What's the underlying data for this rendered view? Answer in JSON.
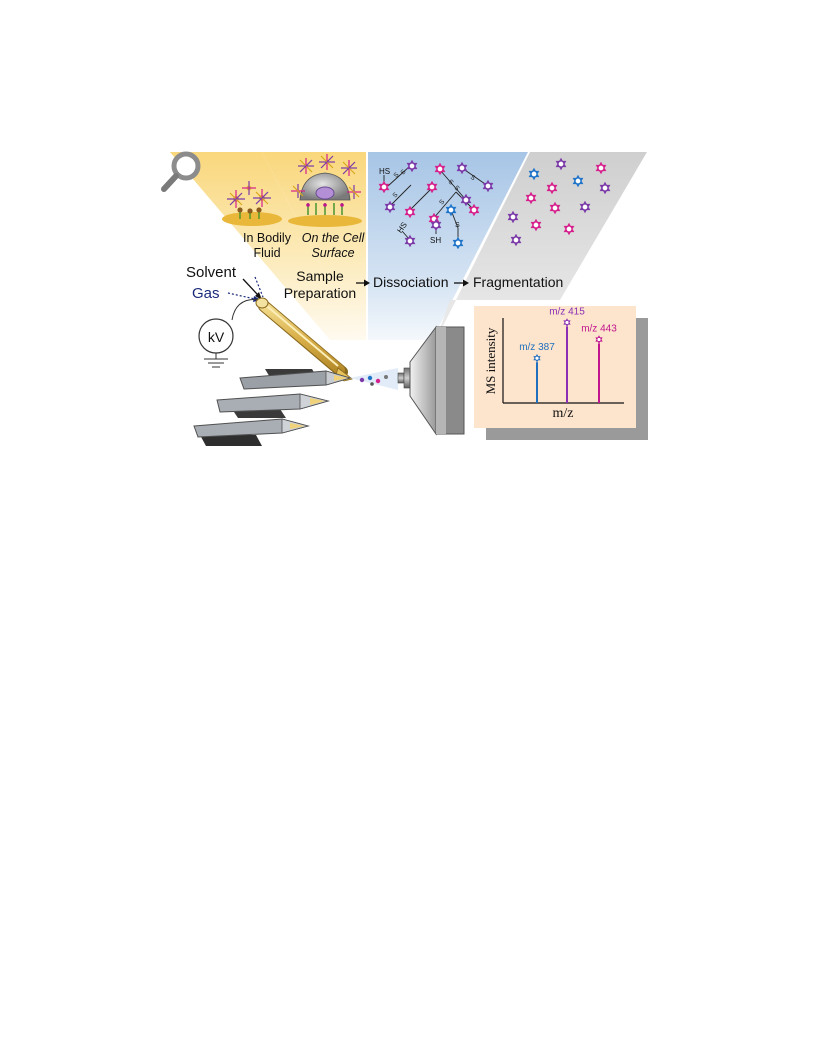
{
  "labels": {
    "in_bodily_fluid_1": "In Bodily",
    "in_bodily_fluid_2": "Fluid",
    "cell_surface_1": "On the Cell",
    "cell_surface_2": "Surface",
    "solvent": "Solvent",
    "gas": "Gas",
    "kv": "kV",
    "sample_prep_1": "Sample",
    "sample_prep_2": "Preparation",
    "dissociation": "Dissociation",
    "fragmentation": "Fragmentation",
    "hs_1": "HS",
    "hs_2": "HS",
    "sh": "SH",
    "s_bond": "S"
  },
  "spectrum": {
    "ylabel": "MS intensity",
    "xlabel": "m/z",
    "peaks": [
      {
        "label": "m/z 387",
        "height": 0.48,
        "color": "#1f6fbf"
      },
      {
        "label": "m/z 415",
        "height": 0.9,
        "color": "#8a2fb5"
      },
      {
        "label": "m/z 443",
        "height": 0.7,
        "color": "#c0158f"
      }
    ]
  },
  "colors": {
    "panel_yellow": "#fbe5a0",
    "panel_blue": "#bcd3ea",
    "panel_gray": "#d6d6d6",
    "spectrum_bg": "#fde4cc",
    "emitter": "#e8c86a",
    "magenta": "#d61f8c",
    "purple": "#7b3aa8",
    "blue": "#1f74c9"
  }
}
